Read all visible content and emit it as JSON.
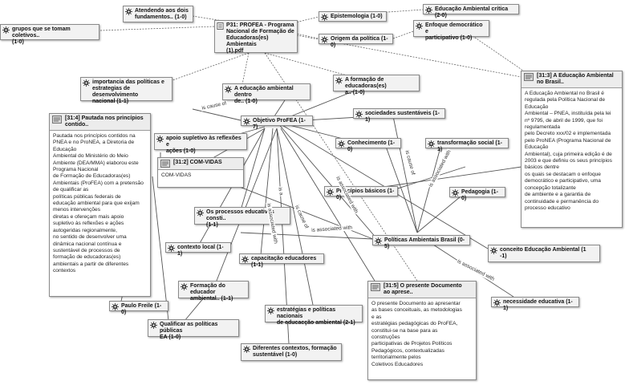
{
  "colors": {
    "edge": "#555555",
    "node_fill": "#f2f2f2",
    "node_border": "#8a8a8a",
    "icon": "#3a3a3a"
  },
  "codes": {
    "grupos": "grupos que se tomam coletivos..\n(1-0)",
    "atendendo": "Atendendo aos dois\nfundamentos.. (1-0)",
    "p31": "P31: PROFEA - Programa\nNacional de Formação de\nEducadoras(es) Ambientais\n(1).pdf",
    "epistemologia": "Epistemologia (1-0)",
    "ea_critica": "Educação Ambiental crítica (2-0)",
    "enfoque": "Enfoque democrático e\nparticipativo (1-0)",
    "origem": "Origem da política (1-0)",
    "importancia": "importancia das políticas e\nestrategias de desenvolvimento\nnacional (1-1)",
    "ea_dentro": "A educação ambiental dentro\nde.. (1-0)",
    "formacao_edu": "A formação de educadoras(es)\na.. (1-0)",
    "objetivo": "Objetivo ProFEA (1-7)",
    "soc_sust": "sociedades sustentáveis (1-1)",
    "apoio": "apoio supletivo às reflexões e\nações (1-0)",
    "conhecimento": "Conhecimento (1-0)",
    "transformacao": "transformação social (1-1)",
    "principios": "Princípios básicos (1-0)",
    "pedagogia": "Pedagogia (1-0)",
    "processos": "Os processos educativos consti..\n(1-1)",
    "politicas": "Políticas Ambientais Brasil (0-5)",
    "conceito": "conceito Educação Ambiental (1\n-1)",
    "contexto": "contexto local (1-1)",
    "capacitacao": "capacitação educadores (1-1)",
    "formacao_educador": "Formação do educador\nambiental.. (1-1)",
    "necessidade": "necessidade educativa (1-1)",
    "paulo": "Paulo Freile (1-0)",
    "estrategias": "estratégias e políticas nacionais\nde educacção ambiental (2-1)",
    "qualificar": "Qualificar as políticas públicas\nEA (1-0)",
    "diferentes": "Diferentes contextos, formação\nsustentável (1-0)"
  },
  "memos": {
    "m31_3": {
      "title": "[31:3] A Educação Ambiental\nno Brasil..",
      "body": "A Educação Ambiental no Brasil é\nregulada pela Política Nacional de\nEducação\nAmbiental – PNEA, instituída pela lei\nnº 9795, de abril de 1999, que foi\nregulamentada\npelo Decreto xxx/02 e implementada\npelo ProNEA (Programa Nacional de\nEducação\nAmbiental), cuja primeira edição é de\n2003 e que definiu os seus princípios\nbásicos dentre\nos quais se destacam o enfoque\ndemocrático e participativo, uma\nconcepção totalizante\nde ambiente e a garantia de\ncontinuidade e permanência do\nprocesso educativo"
    },
    "m31_4": {
      "title": "[31:4] Pautada nos princípios\ncontido..",
      "body": "Pautada nos princípios contidos na\nPNEA e no ProNEA, a Diretoria de\nEducação\nAmbiental do Ministério do Meio\nAmbiente (DEA/MMA) elaborou este\nPrograma Nacional\nde Formação de Educadoras(es)\nAmbientais (ProFEA) com a pretensão\nde qualificar as\npolíticas públicas federais de\neducação ambiental para que exijam\nmenos intervenções\ndiretas e ofereçam mais apoio\nsupletivo às reflexões e ações\nautogeridas regionalmente,\nno sentido de desenvolver uma\ndinâmica nacional contínua e\nsustentável de processos de\nformação de educadoras(es)\nambientais a partir de diferentes\ncontextos"
    },
    "m31_2": {
      "title": "[31:2] COM-VIDAS",
      "body": "COM-VIDAS"
    },
    "m31_5": {
      "title": "[31:5] O presente Documento\nao aprese..",
      "body": "O presente Documento ao apresentar\nas bases conceituais, as metodologias\ne as\nestratégias pedagógicas do ProFEA,\nconstitui-se na base para as\nconstruções\nparticipativas de Projetos Políticos\nPedagógicos, contextualizadas\nterritorialmente pelos\nColetivos Educadores"
    }
  },
  "edge_labels": {
    "cause1": "is cause of",
    "assoc1": "is associated with",
    "assoc2": "is associated with",
    "cause2": "is cause of",
    "assoc3": "is associated with",
    "assoc4": "is associated with",
    "isa": "is a",
    "cause3": "is cause of",
    "assoc5": "is associated with"
  }
}
